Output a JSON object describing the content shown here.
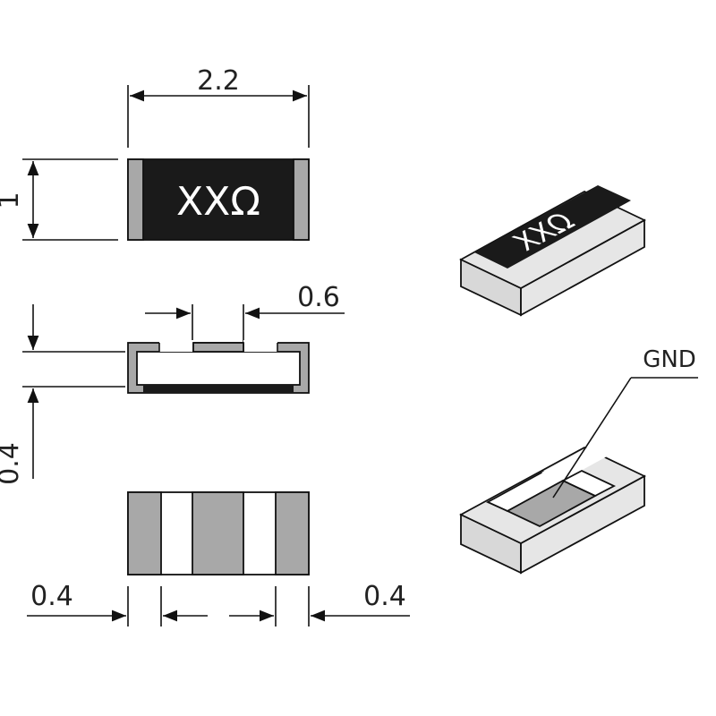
{
  "dimensions": {
    "length": "2.2",
    "width": "1",
    "pad_gap": "0.6",
    "height": "0.4",
    "terminal_left": "0.4",
    "terminal_right": "0.4"
  },
  "marking": "XXΩ",
  "ground_label": "GND",
  "colors": {
    "body": "#1a1a1a",
    "terminal": "#a8a8a8",
    "ceramic_top": "#e6e6e6",
    "ceramic_side": "#d8d8d8",
    "outline": "#111111"
  }
}
